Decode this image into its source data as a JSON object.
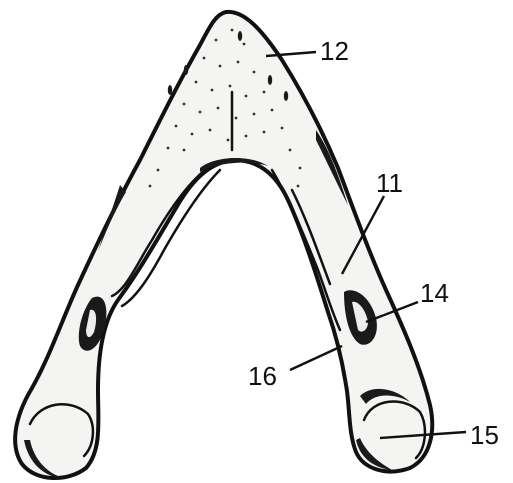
{
  "callouts": [
    {
      "id": "c12",
      "label": "12"
    },
    {
      "id": "c11",
      "label": "11"
    },
    {
      "id": "c14",
      "label": "14"
    },
    {
      "id": "c16",
      "label": "16"
    },
    {
      "id": "c15",
      "label": "15"
    }
  ]
}
